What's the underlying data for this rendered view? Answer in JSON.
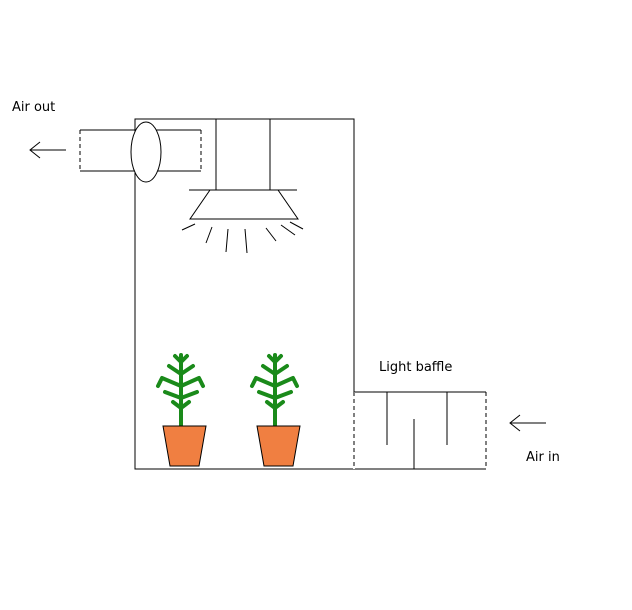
{
  "labels": {
    "air_out": "Air out",
    "light_baffle": "Light baffle",
    "air_in": "Air in"
  },
  "colors": {
    "line": "#000000",
    "pot": "#f07f41",
    "plant": "#1a8a1a",
    "background": "#ffffff"
  },
  "icons": [
    "arrow-left-icon",
    "fan-icon",
    "lamp-icon",
    "plant-icon",
    "pot-icon"
  ]
}
